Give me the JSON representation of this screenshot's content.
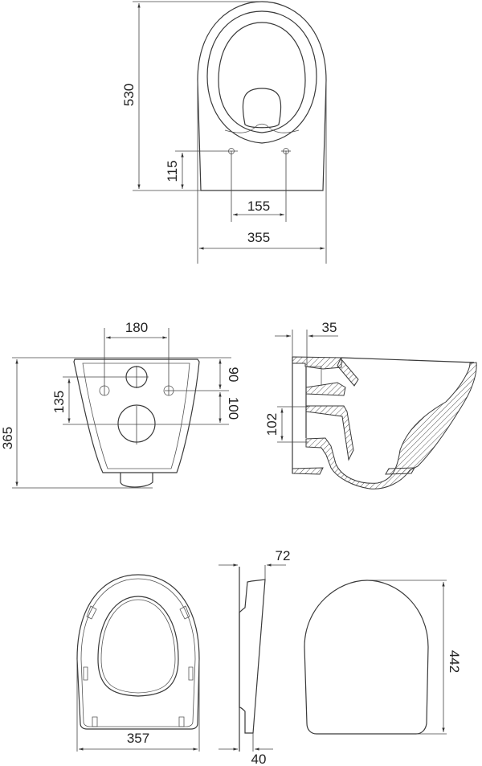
{
  "diagram": {
    "subject": "Wall-hung toilet and seat technical drawing",
    "line_color": "#3a3a3a",
    "background": "#ffffff",
    "views": [
      {
        "id": "top-view",
        "label": "Bowl top view",
        "dimensions": {
          "overall_length": "530",
          "fixing_height": "115",
          "fixing_spacing": "155",
          "overall_width": "355"
        }
      },
      {
        "id": "rear-view",
        "label": "Bowl rear view",
        "dimensions": {
          "bolt_spacing": "180",
          "overall_height": "365",
          "inlet_to_outlet": "135",
          "top_to_bolts": "90",
          "bolts_to_outlet": "100"
        }
      },
      {
        "id": "section-view",
        "label": "Bowl side section",
        "dimensions": {
          "rear_offset": "35",
          "inlet_outlet_vertical": "102"
        }
      },
      {
        "id": "seat-underside-view",
        "label": "Seat underside",
        "dimensions": {
          "seat_width": "357"
        }
      },
      {
        "id": "seat-side-view",
        "label": "Seat side",
        "dimensions": {
          "top_thickness": "72",
          "bottom_thickness": "40"
        }
      },
      {
        "id": "seat-top-view",
        "label": "Seat lid top",
        "dimensions": {
          "seat_length": "442"
        }
      }
    ]
  }
}
